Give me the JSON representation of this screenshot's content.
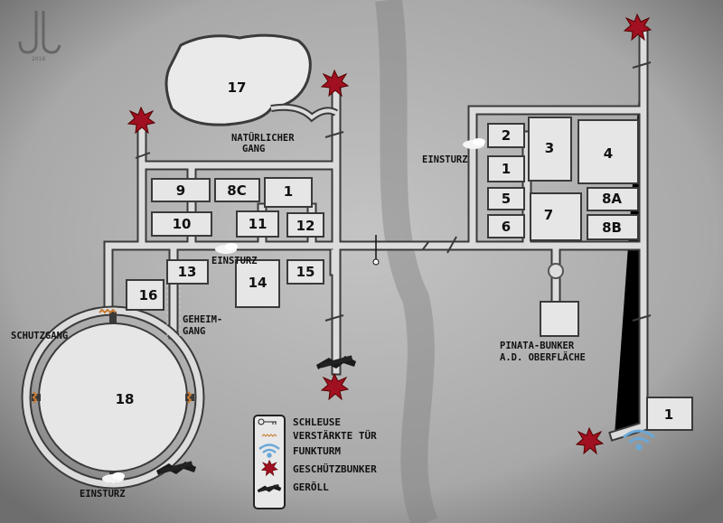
{
  "logo": {
    "text": "JL",
    "year": "2016"
  },
  "rooms": {
    "r17": "17",
    "r9": "9",
    "r8c": "8C",
    "r1a": "1",
    "r10": "10",
    "r11": "11",
    "r12": "12",
    "r13": "13",
    "r14": "14",
    "r15": "15",
    "r16": "16",
    "r18": "18",
    "r2": "2",
    "r3": "3",
    "r4": "4",
    "r1b": "1",
    "r5": "5",
    "r8a": "8A",
    "r6": "6",
    "r7": "7",
    "r8b": "8B",
    "r1c": "1"
  },
  "labels": {
    "natural_1": "NATÜRLICHER",
    "natural_2": "GANG",
    "einsturz_right": "EINSTURZ",
    "einsturz_mid": "EINSTURZ",
    "einsturz_bottom": "EINSTURZ",
    "schutzgang": "SCHUTZGANG",
    "geheim_1": "GEHEIM-",
    "geheim_2": "GANG",
    "pinata_1": "PINATA-BUNKER",
    "pinata_2": "A.D. OBERFLÄCHE"
  },
  "legend": {
    "items": [
      {
        "icon": "key-icon",
        "label": "SCHLEUSE"
      },
      {
        "icon": "zigzag-door-icon",
        "label": "VERSTÄRKTE TÜR"
      },
      {
        "icon": "wifi-icon",
        "label": "FUNKTURM"
      },
      {
        "icon": "explosion-icon",
        "label": "GESCHÜTZBUNKER"
      },
      {
        "icon": "rubble-icon",
        "label": "GERÖLL"
      }
    ]
  },
  "colors": {
    "bunker": "#a01020",
    "radio": "#6aa8d8",
    "door": "#c87a30",
    "wall": "#3a3a3a",
    "floor": "#e6e6e6"
  }
}
